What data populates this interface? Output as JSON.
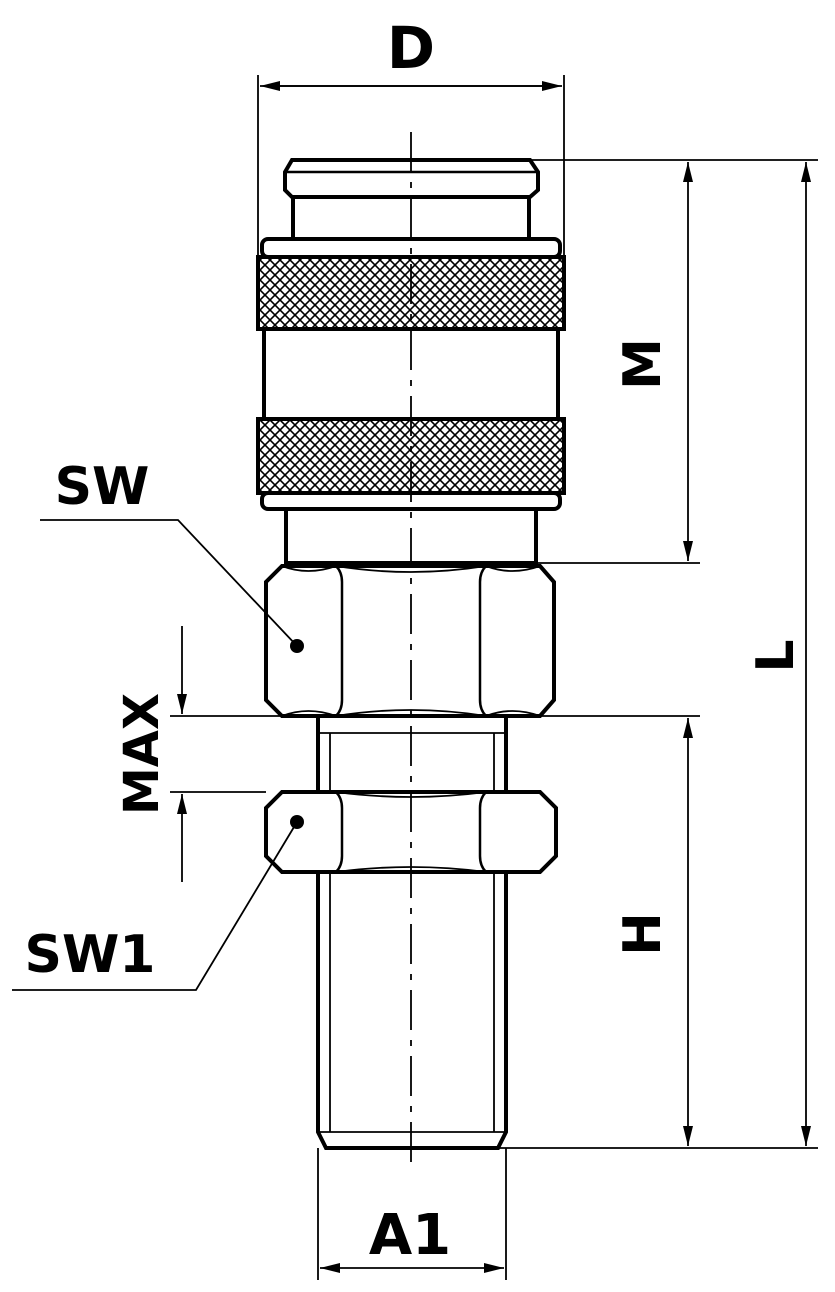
{
  "labels": {
    "D": "D",
    "M": "M",
    "L": "L",
    "SW": "SW",
    "MAX": "MAX",
    "H": "H",
    "SW1": "SW1",
    "A1": "A1"
  },
  "colors": {
    "line": "#000000",
    "background": "#ffffff"
  }
}
